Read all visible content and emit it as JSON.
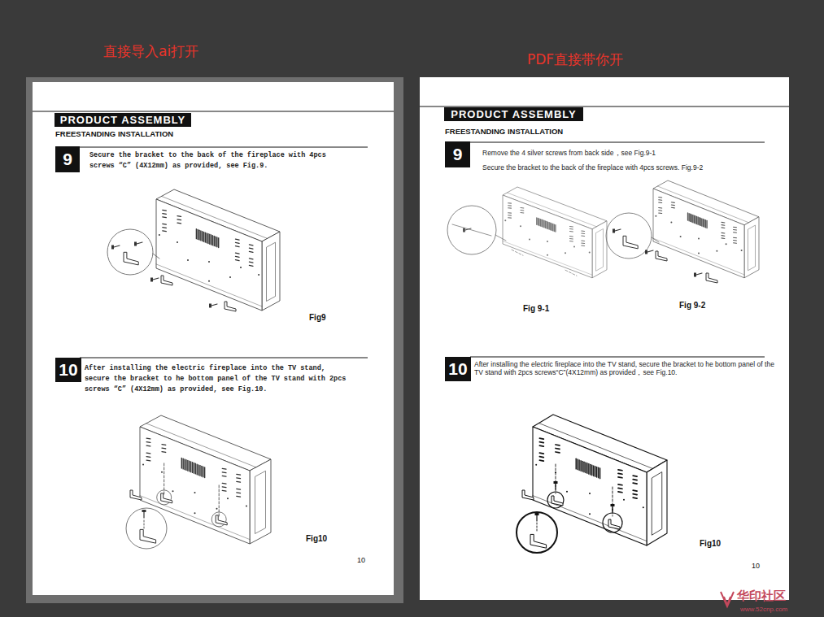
{
  "diagram": {
    "nodes": [
      {
        "text": [
          "PRODUCT ASSEMBLY"
        ]
      },
      {
        "text": [
          "9"
        ]
      },
      {
        "text": [
          "10"
        ]
      },
      {
        "text": [
          "PRODUCT ASSEMBLY"
        ]
      },
      {
        "text": [
          "9"
        ]
      },
      {
        "text": [
          "10"
        ]
      }
    ],
    "edges": [],
    "labels": [
      "直接导入ai打开",
      "PDF直接带你开",
      "FREESTANDING INSTALLATION",
      "Secure the bracket to the back of the fireplace with 4pcs screws “C” (4X12mm) as provided, see Fig.9.",
      "Fig9",
      "After installing the electric fireplace into the TV stand, secure the bracket to he bottom panel of the TV stand with 2pcs screws “C” (4X12mm) as provided, see Fig.10.",
      "Fig10",
      "10",
      "FREESTANDING INSTALLATION",
      "Remove the 4 silver screws from back side，see Fig.9-1",
      "Secure the bracket to the back of the fireplace with 4pcs screws. Fig.9-2",
      "Fig 9-1",
      "Fig 9-2",
      "After installing the electric fireplace into the TV stand, secure the bracket to he bottom panel of the TV stand with 2pcs screws“C”(4X12mm) as provided，see Fig.10.",
      "Fig10",
      "10",
      "华印社区",
      "www.52cnp.com"
    ]
  }
}
